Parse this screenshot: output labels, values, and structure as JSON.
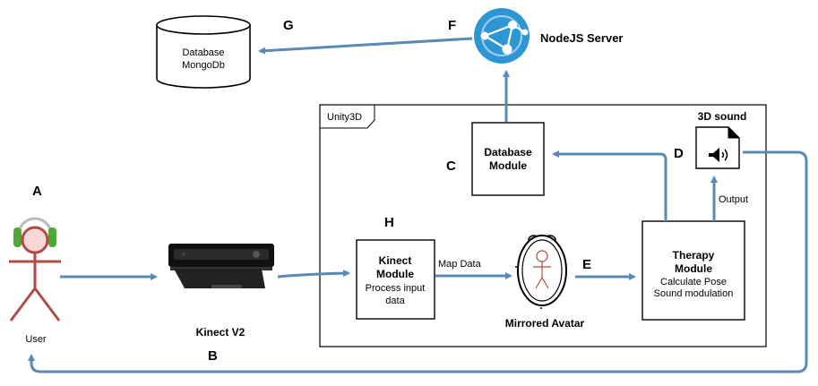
{
  "letters": {
    "a": "A",
    "b": "B",
    "c": "C",
    "d": "D",
    "e": "E",
    "f": "F",
    "g": "G",
    "h": "H"
  },
  "database": {
    "line1": "Database",
    "line2": "MongoDb"
  },
  "server": {
    "label": "NodeJS Server"
  },
  "unity": {
    "label": "Unity3D"
  },
  "database_module": {
    "line1": "Database",
    "line2": "Module"
  },
  "kinect_module": {
    "line1": "Kinect",
    "line2": "Module",
    "line3": "Process input",
    "line4": "data"
  },
  "therapy_module": {
    "line1": "Therapy",
    "line2": "Module",
    "line3": "Calculate Pose",
    "line4": "Sound modulation"
  },
  "sound": {
    "label": "3D sound",
    "output": "Output"
  },
  "avatar": {
    "label": "Mirrored Avatar"
  },
  "edges": {
    "map_data": "Map Data"
  },
  "kinect": {
    "label": "Kinect V2"
  },
  "user": {
    "label": "User"
  },
  "colors": {
    "arrow": "#5b89b5",
    "user_body": "#b14b45",
    "headphones": "#4ea835"
  }
}
